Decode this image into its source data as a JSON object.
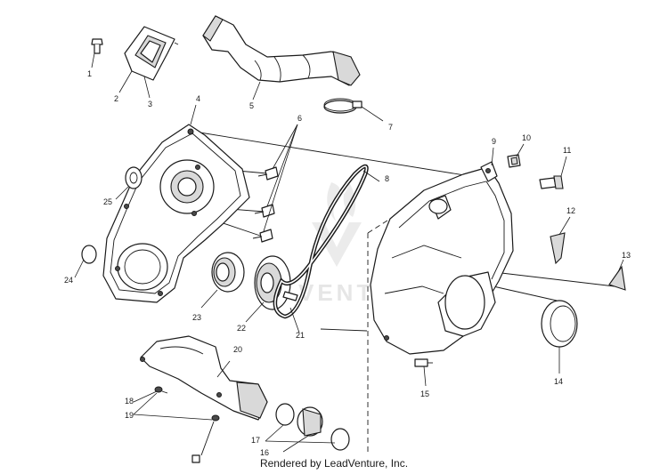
{
  "diagram": {
    "footer_credit": "Rendered by LeadVenture, Inc.",
    "watermark_text": "VENTURE",
    "callouts": [
      {
        "id": "1",
        "label": "1"
      },
      {
        "id": "2",
        "label": "2"
      },
      {
        "id": "3",
        "label": "3"
      },
      {
        "id": "4",
        "label": "4"
      },
      {
        "id": "5",
        "label": "5"
      },
      {
        "id": "6",
        "label": "6"
      },
      {
        "id": "7",
        "label": "7"
      },
      {
        "id": "8",
        "label": "8"
      },
      {
        "id": "9",
        "label": "9"
      },
      {
        "id": "10",
        "label": "10"
      },
      {
        "id": "11",
        "label": "11"
      },
      {
        "id": "12",
        "label": "12"
      },
      {
        "id": "13",
        "label": "13"
      },
      {
        "id": "14",
        "label": "14"
      },
      {
        "id": "15",
        "label": "15"
      },
      {
        "id": "16",
        "label": "16"
      },
      {
        "id": "17",
        "label": "17"
      },
      {
        "id": "18",
        "label": "18"
      },
      {
        "id": "19",
        "label": "19"
      },
      {
        "id": "20",
        "label": "20"
      },
      {
        "id": "21",
        "label": "21"
      },
      {
        "id": "22",
        "label": "22"
      },
      {
        "id": "23",
        "label": "23"
      },
      {
        "id": "24",
        "label": "24"
      },
      {
        "id": "25",
        "label": "25"
      }
    ]
  }
}
